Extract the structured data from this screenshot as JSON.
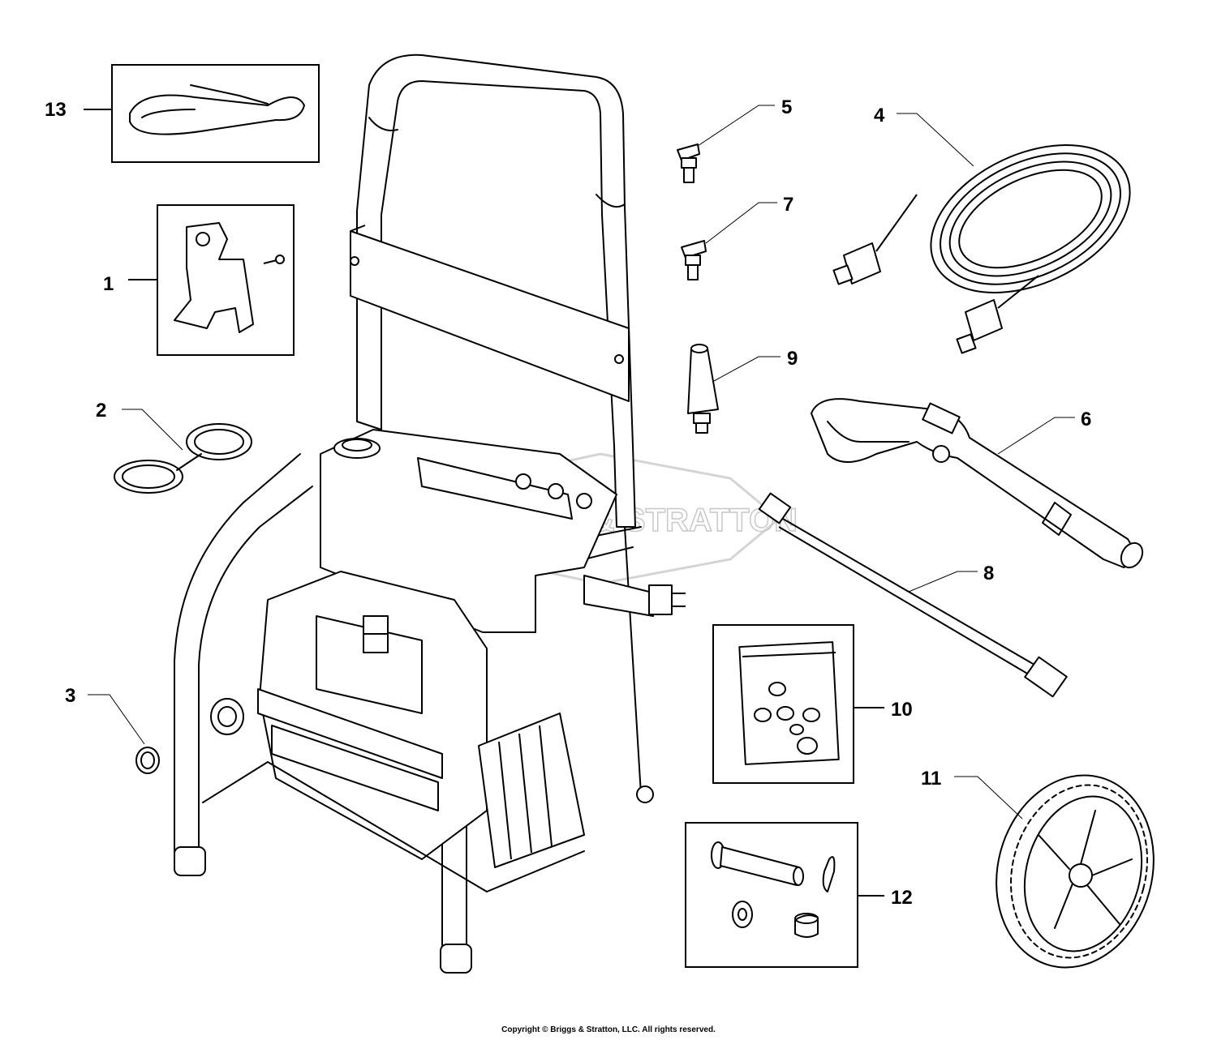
{
  "watermark": "BRIGGS & STRATTON",
  "copyright": "Copyright © Briggs & Stratton, LLC. All rights reserved.",
  "callouts": [
    "1",
    "2",
    "3",
    "4",
    "5",
    "6",
    "7",
    "8",
    "9",
    "10",
    "11",
    "12",
    "13"
  ]
}
